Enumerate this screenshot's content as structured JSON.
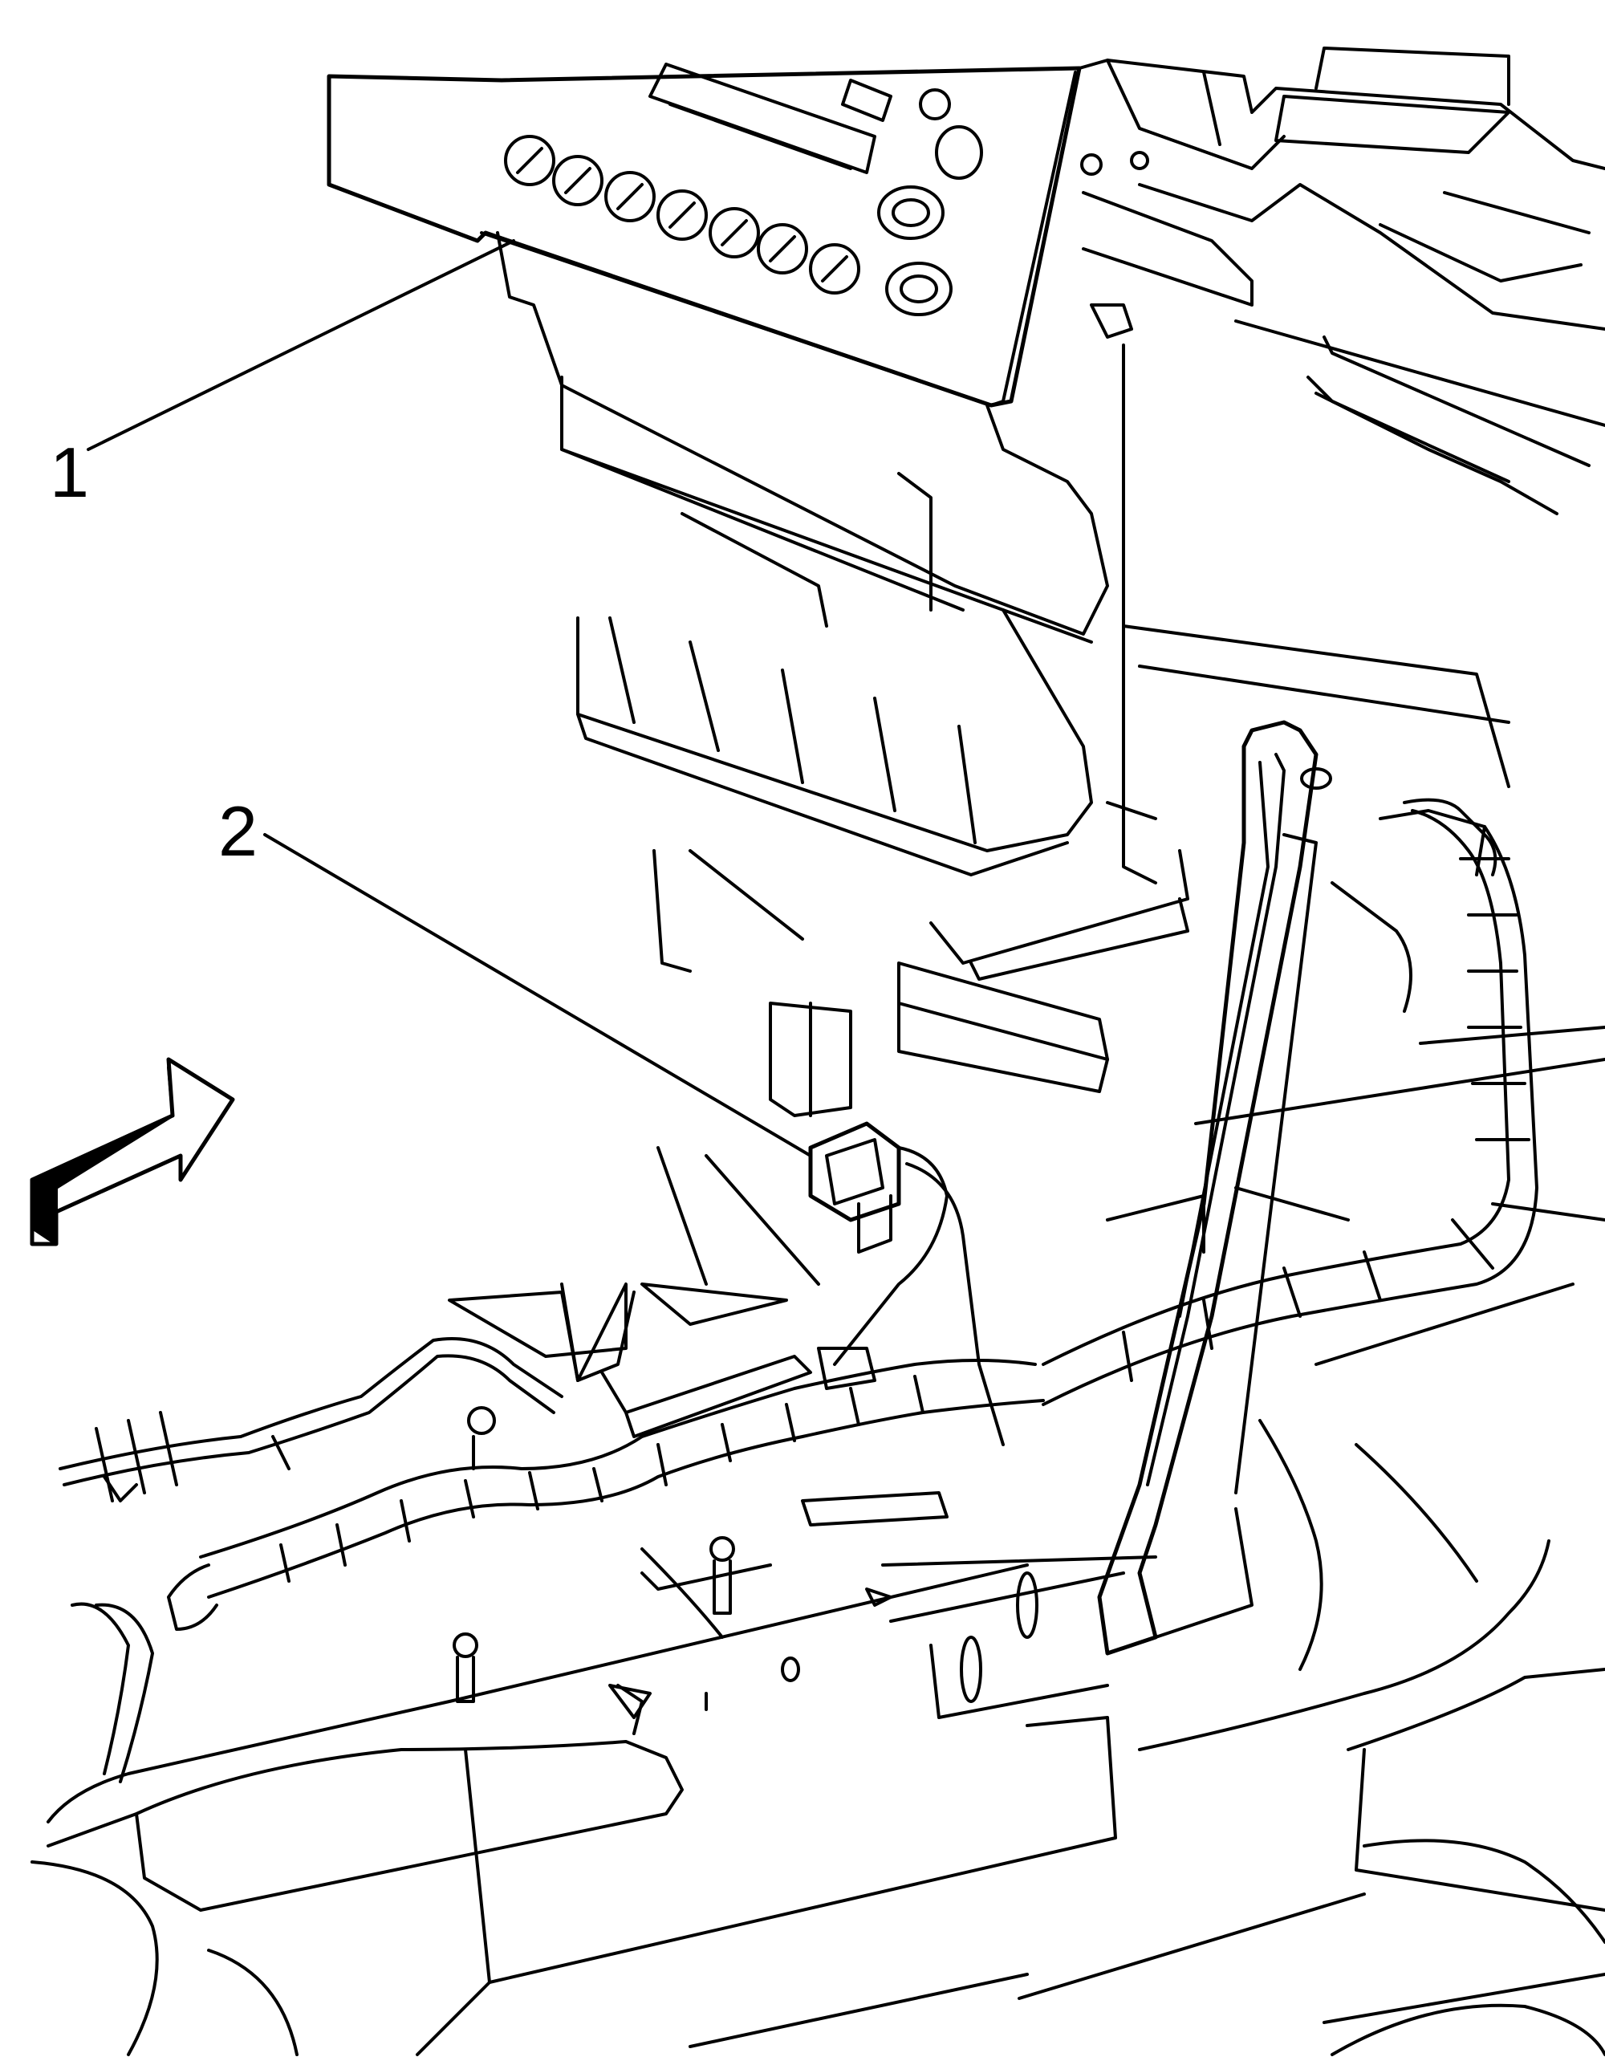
{
  "diagram": {
    "callouts": [
      {
        "number": "1",
        "part": "radio-head-unit"
      },
      {
        "number": "2",
        "part": "harness-connector"
      }
    ],
    "colors": {
      "line": "#000000",
      "background": "#ffffff"
    },
    "icons": [
      "direction-arrow-icon"
    ]
  }
}
